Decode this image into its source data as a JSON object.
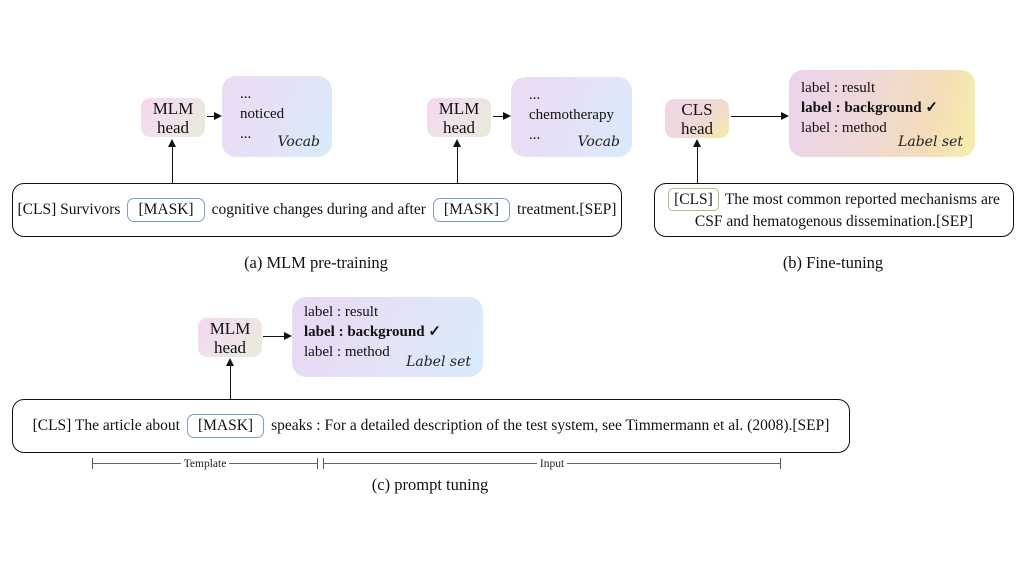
{
  "figure": {
    "panel_a": {
      "caption": "(a) MLM pre-training",
      "head1": {
        "line1": "MLM",
        "line2": "head"
      },
      "head2": {
        "line1": "MLM",
        "line2": "head"
      },
      "vocab1": {
        "lines": [
          "...",
          "noticed",
          "..."
        ],
        "tag": "Vocab"
      },
      "vocab2": {
        "lines": [
          "...",
          "chemotherapy",
          "..."
        ],
        "tag": "Vocab"
      },
      "sentence": {
        "pre": "[CLS] Survivors",
        "mask1": "[MASK]",
        "mid": "cognitive changes during and after",
        "mask2": "[MASK]",
        "post": "treatment.[SEP]"
      }
    },
    "panel_b": {
      "caption": "(b) Fine-tuning",
      "head": {
        "line1": "CLS",
        "line2": "head"
      },
      "labelset": {
        "lines": [
          "label : result",
          "label : background ✓",
          "label : method"
        ],
        "bold_line": "label : background ✓",
        "tag": "Label set"
      },
      "sentence": {
        "cls": "[CLS]",
        "line1": "The most common reported mechanisms are",
        "line2": "CSF and hematogenous dissemination.[SEP]"
      }
    },
    "panel_c": {
      "caption": "(c) prompt tuning",
      "head": {
        "line1": "MLM",
        "line2": "head"
      },
      "labelset": {
        "lines": [
          "label : result",
          "label : background ✓",
          "label : method"
        ],
        "bold_line": "label : background ✓",
        "tag": "Label set"
      },
      "sentence": {
        "pre": "[CLS] The article about",
        "mask": "[MASK]",
        "post": "speaks : For a detailed description of the test system, see Timmermann et al. (2008).[SEP]"
      },
      "spans": {
        "template": "Template",
        "input": "Input"
      }
    },
    "colors": {
      "mask_token_border": "#7e9dc8",
      "cls_token_border": "#a5c48c",
      "head_gradient_pink": "#f5d6f0",
      "head_gradient_green": "#e8ecd5",
      "cls_head_yellow": "#f6eba8",
      "vocab_gradient_purple": "#ecdbf4",
      "vocab_gradient_blue": "#d8ebfa",
      "labelset_warm_yellow": "#f7efab",
      "line_color": "#111111"
    }
  }
}
